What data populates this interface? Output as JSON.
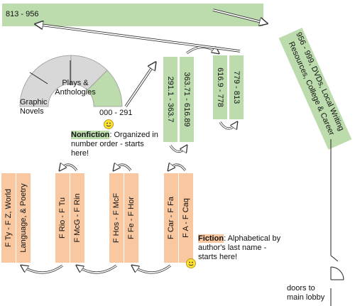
{
  "top_shelf": {
    "label": "813 - 956"
  },
  "corner_shelf": {
    "line1": "956 - 999, DVDs, Local Writing",
    "line2": "Resources, College & Career"
  },
  "arc": {
    "graphic": "Graphic\nNovels",
    "plays": "Plays &\nAnthologies",
    "start": "000 - 291"
  },
  "nonfiction_shelves": {
    "a1": "291.1 - 363.7",
    "a2": "363.71 - 616.89",
    "b1": "616.9 - 778",
    "b2": "779 - 813"
  },
  "fiction_shelves": {
    "s1a": "F Ty - F Z, World",
    "s1b": "Language, & Poetry",
    "s2a": "F Rio - F Tu",
    "s2b": "F McG - F Rin",
    "s3a": "F Hos - F McF",
    "s3b": "F Fe - F Hor",
    "s4a": "F Car - F Fa",
    "s4b": "F A - F Caq"
  },
  "nonfiction_note": {
    "label": "Nonfiction",
    "rest": ": Organized in number order - starts here!"
  },
  "fiction_note": {
    "label": "Fiction",
    "rest": ": Alphabetical by author's last name - starts here!"
  },
  "doors": {
    "label": "doors to\nmain lobby"
  },
  "colors": {
    "nonfiction": "#bcdcae",
    "fiction": "#f9c8a0",
    "arc_gray": "#d8d8d8"
  }
}
